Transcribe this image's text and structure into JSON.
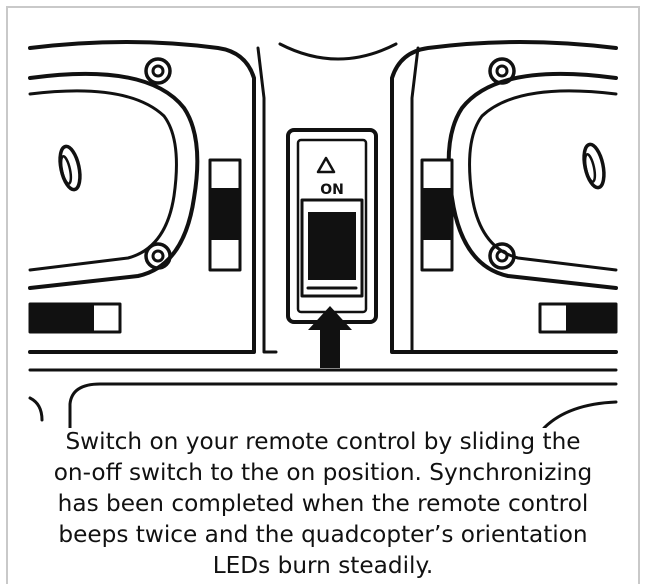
{
  "illustration": {
    "switch_label": "ON",
    "icons": [
      "triangle-icon",
      "up-arrow-icon"
    ]
  },
  "caption": {
    "lines": [
      "Switch on your remote control by sliding the",
      "on-off switch to the on position. Synchronizing",
      "has been completed when the remote control",
      "beeps twice and the quadcopter’s orientation",
      "LEDs burn steadily."
    ]
  }
}
